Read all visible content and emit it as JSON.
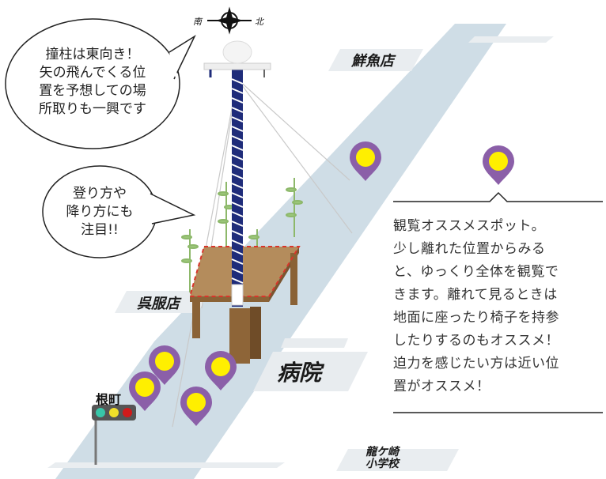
{
  "compass": {
    "south_label": "南",
    "north_label": "北"
  },
  "bubbles": {
    "east_facing": [
      "撞柱は東向き！",
      "矢の飛んでくる位",
      "置を予想しての場",
      "所取りも一興です"
    ],
    "climb": [
      "登り方や",
      "降り方にも",
      "注目!!"
    ]
  },
  "buildings": {
    "fish_shop": "鮮魚店",
    "clothing_shop": "呉服店",
    "hospital": "病院",
    "school_line1": "龍ケ崎",
    "school_line2": "小学校"
  },
  "traffic_signal": {
    "label": "根町"
  },
  "info": {
    "lines": [
      "観覧オススメスポット。",
      "少し離れた位置からみる",
      "と、ゆっくり全体を観覧で",
      "きます。離れて見るときは",
      "地面に座ったり椅子を持参",
      "したりするのもオススメ！",
      "迫力を感じたい方は近い位",
      "置がオススメ！"
    ]
  },
  "colors": {
    "road": "#cfdde6",
    "pin": "#8b5fa8",
    "pin_center": "#ffef00",
    "stage_wood": "#a57d4f",
    "building": "#e8ecef"
  }
}
